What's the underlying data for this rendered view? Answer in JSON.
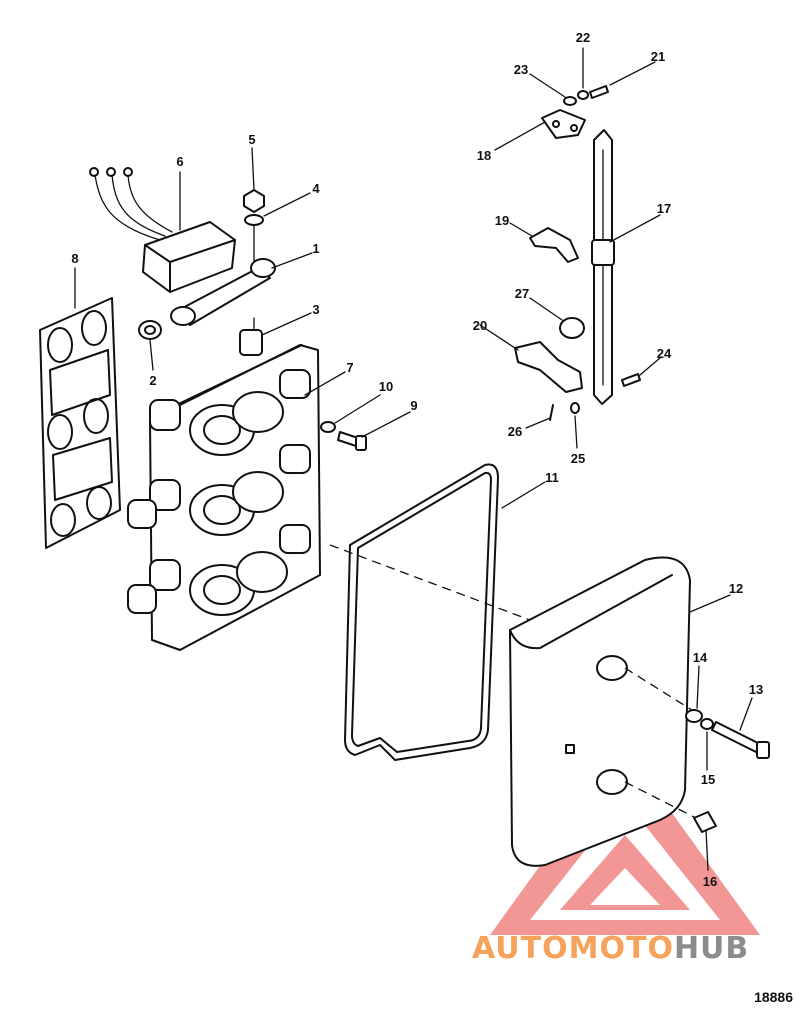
{
  "figure": {
    "reference_number": "18886"
  },
  "callouts": [
    {
      "id": "1",
      "label": "1"
    },
    {
      "id": "2",
      "label": "2"
    },
    {
      "id": "3",
      "label": "3"
    },
    {
      "id": "4",
      "label": "4"
    },
    {
      "id": "5",
      "label": "5"
    },
    {
      "id": "6",
      "label": "6"
    },
    {
      "id": "7",
      "label": "7"
    },
    {
      "id": "8",
      "label": "8"
    },
    {
      "id": "9",
      "label": "9"
    },
    {
      "id": "10",
      "label": "10"
    },
    {
      "id": "11",
      "label": "11"
    },
    {
      "id": "12",
      "label": "12"
    },
    {
      "id": "13",
      "label": "13"
    },
    {
      "id": "14",
      "label": "14"
    },
    {
      "id": "15",
      "label": "15"
    },
    {
      "id": "16",
      "label": "16"
    },
    {
      "id": "17",
      "label": "17"
    },
    {
      "id": "18",
      "label": "18"
    },
    {
      "id": "19",
      "label": "19"
    },
    {
      "id": "20",
      "label": "20"
    },
    {
      "id": "21",
      "label": "21"
    },
    {
      "id": "22",
      "label": "22"
    },
    {
      "id": "23",
      "label": "23"
    },
    {
      "id": "24",
      "label": "24"
    },
    {
      "id": "25",
      "label": "25"
    },
    {
      "id": "26",
      "label": "26"
    },
    {
      "id": "27",
      "label": "27"
    }
  ],
  "watermark": {
    "text_part1": "AUTOMOTO",
    "text_part2": "HUB",
    "color_primary": "#f06a6a",
    "color_secondary": "#f5a623",
    "color_dark": "#8c8c8c"
  }
}
